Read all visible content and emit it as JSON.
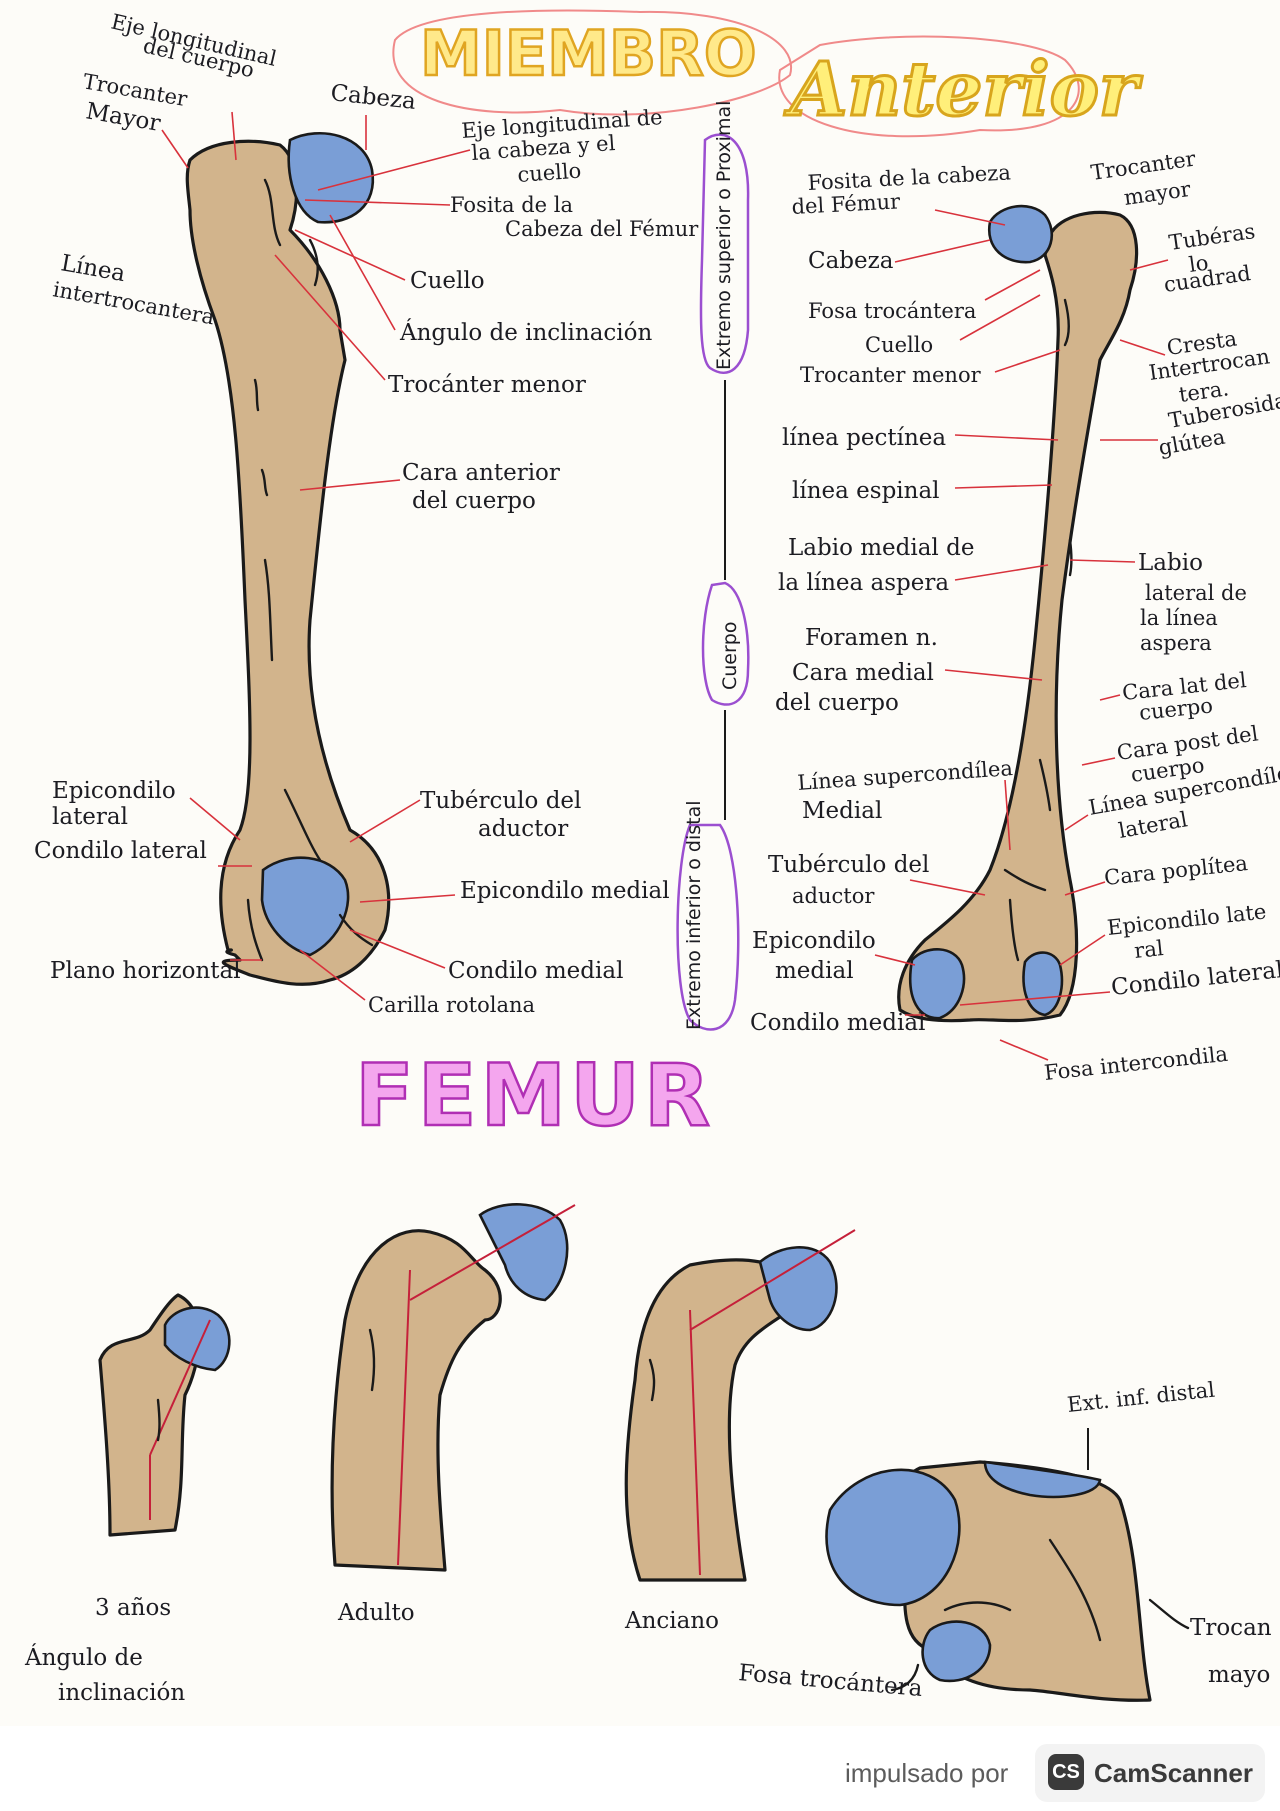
{
  "header": {
    "title_word1": "MIEMBRO",
    "title_word2": "Anterior"
  },
  "sections": {
    "proximal": "Extremo superior o Proximal",
    "body": "Cuerpo",
    "distal": "Extremo inferior o distal"
  },
  "femur_title": "FEMUR",
  "anterior_view": {
    "eje_cuerpo_1": "Eje longitudinal",
    "eje_cuerpo_2": "del cuerpo",
    "trocanter_mayor_1": "Trocanter",
    "trocanter_mayor_2": "Mayor",
    "cabeza": "Cabeza",
    "eje_cabeza_1": "Eje longitudinal de",
    "eje_cabeza_2": "la cabeza y el",
    "eje_cabeza_3": "cuello",
    "fosita_1": "Fosita de la",
    "fosita_2": "Cabeza del Fémur",
    "linea_intertrocanterea_1": "Línea",
    "linea_intertrocanterea_2": "intertrocantera",
    "cuello": "Cuello",
    "angulo": "Ángulo de inclinación",
    "trocanter_menor": "Trocánter menor",
    "cara_anterior_1": "Cara anterior",
    "cara_anterior_2": "del cuerpo",
    "epicondilo_lateral_1": "Epicondilo",
    "epicondilo_lateral_2": "lateral",
    "condilo_lateral": "Condilo lateral",
    "tuberculo_aductor_1": "Tubérculo del",
    "tuberculo_aductor_2": "aductor",
    "epicondilo_medial": "Epicondilo medial",
    "plano_horizontal": "Plano horizontal",
    "condilo_medial": "Condilo medial",
    "carilla_rotuliana": "Carilla rotolana"
  },
  "posterior_view": {
    "fosita_1": "Fosita de la cabeza",
    "fosita_2": "del Fémur",
    "trocanter_mayor_1": "Trocanter",
    "trocanter_mayor_2": "mayor",
    "cabeza": "Cabeza",
    "tuberculo_cuadrado_1": "Tubéras",
    "tuberculo_cuadrado_2": "lo",
    "tuberculo_cuadrado_3": "cuadrad",
    "fosa_trocanterea": "Fosa trocántera",
    "cuello": "Cuello",
    "cresta_1": "Cresta",
    "cresta_2": "Intertrocan",
    "cresta_3": "tera.",
    "trocanter_menor": "Trocanter menor",
    "tuberosidad_1": "Tuberosidad",
    "tuberosidad_2": "glútea",
    "linea_pectinea": "línea pectínea",
    "linea_espinal": "línea espinal",
    "labio_medial_1": "Labio medial de",
    "labio_medial_2": "la línea aspera",
    "labio_lateral_1": "Labio",
    "labio_lateral_2": "lateral de",
    "labio_lateral_3": "la línea",
    "labio_lateral_4": "aspera",
    "foramen": "Foramen n.",
    "cara_medial_1": "Cara medial",
    "cara_medial_2": "del cuerpo",
    "cara_lateral_1": "Cara lat del",
    "cara_lateral_2": "cuerpo",
    "cara_posterior_1": "Cara post del",
    "cara_posterior_2": "cuerpo",
    "linea_supra_medial_1": "Línea supercondílea",
    "linea_supra_medial_2": "Medial",
    "linea_supra_lateral_1": "Línea supercondílea",
    "linea_supra_lateral_2": "lateral",
    "tuberculo_aductor_1": "Tubérculo del",
    "tuberculo_aductor_2": "aductor",
    "cara_poplitea": "Cara poplítea",
    "epicondilo_medial_1": "Epicondilo",
    "epicondilo_medial_2": "medial",
    "epicondilo_lateral_1": "Epicondilo late",
    "epicondilo_lateral_2": "ral",
    "condilo_medial": "Condilo medial",
    "condilo_lateral": "Condilo lateral",
    "fosa_intercondilea": "Fosa intercondila"
  },
  "bottom": {
    "age1": "3 años",
    "age2": "Adulto",
    "age3": "Anciano",
    "angulo_1": "Ángulo de",
    "angulo_2": "inclinación",
    "ext_inf": "Ext. inf. distal",
    "fosa_trocanterea": "Fosa trocántera",
    "trocanter_mayor_1": "Trocan",
    "trocanter_mayor_2": "mayo"
  },
  "footer": {
    "powered": "impulsado por",
    "brand": "CamScanner",
    "badge": "CS"
  },
  "colors": {
    "bone": "#d2b48c",
    "cartilage": "#7a9ed6",
    "axis_line": "#c5203a",
    "pointer": "#d8323c",
    "section_bracket": "#9b4fd0",
    "title_fill": "#ffe98a",
    "femur_title": "#f4a6ee"
  }
}
